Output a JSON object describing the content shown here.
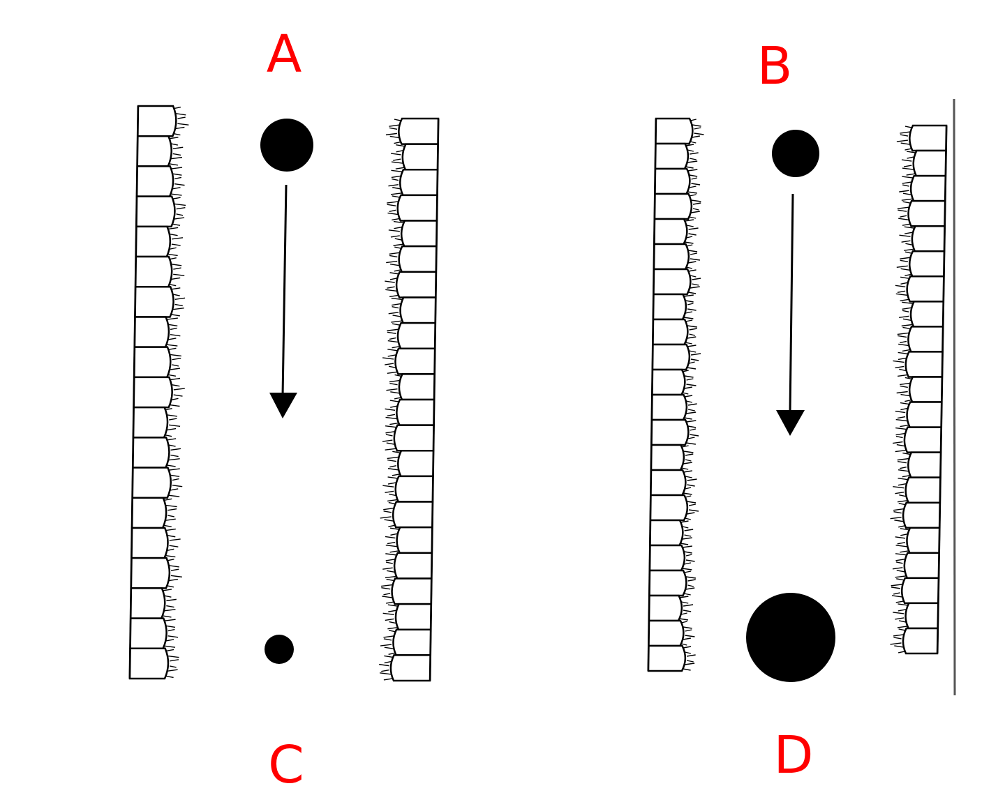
{
  "labels": {
    "a": "A",
    "b": "B",
    "c": "C",
    "d": "D"
  },
  "colors": {
    "label": "#ff0000",
    "ink": "#000000",
    "background": "#ffffff"
  },
  "panels": [
    {
      "top_label_key": "a",
      "bottom_label_key": "c",
      "particle_start": "large",
      "particle_end": "small",
      "arrow_direction": "down"
    },
    {
      "top_label_key": "b",
      "bottom_label_key": "d",
      "particle_start": "medium",
      "particle_end": "large",
      "arrow_direction": "down"
    }
  ]
}
